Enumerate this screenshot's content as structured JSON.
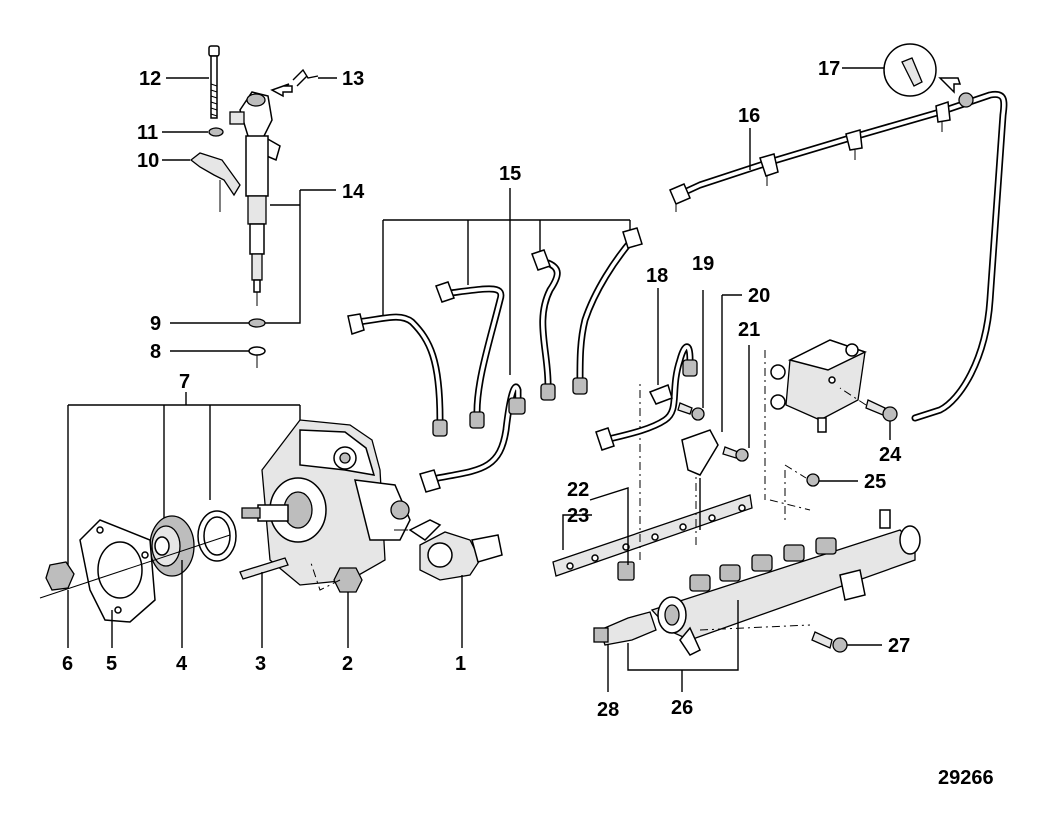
{
  "figure_number": "29266",
  "callouts": [
    {
      "id": "c1",
      "label": "1"
    },
    {
      "id": "c2",
      "label": "2"
    },
    {
      "id": "c3",
      "label": "3"
    },
    {
      "id": "c4",
      "label": "4"
    },
    {
      "id": "c5",
      "label": "5"
    },
    {
      "id": "c6",
      "label": "6"
    },
    {
      "id": "c7",
      "label": "7"
    },
    {
      "id": "c8",
      "label": "8"
    },
    {
      "id": "c9",
      "label": "9"
    },
    {
      "id": "c10",
      "label": "10"
    },
    {
      "id": "c11",
      "label": "11"
    },
    {
      "id": "c12",
      "label": "12"
    },
    {
      "id": "c13",
      "label": "13"
    },
    {
      "id": "c14",
      "label": "14"
    },
    {
      "id": "c15",
      "label": "15"
    },
    {
      "id": "c16",
      "label": "16"
    },
    {
      "id": "c17",
      "label": "17"
    },
    {
      "id": "c18",
      "label": "18"
    },
    {
      "id": "c19",
      "label": "19"
    },
    {
      "id": "c20",
      "label": "20"
    },
    {
      "id": "c21",
      "label": "21"
    },
    {
      "id": "c22",
      "label": "22"
    },
    {
      "id": "c23",
      "label": "23"
    },
    {
      "id": "c24",
      "label": "24"
    },
    {
      "id": "c25",
      "label": "25"
    },
    {
      "id": "c26",
      "label": "26"
    },
    {
      "id": "c27",
      "label": "27"
    },
    {
      "id": "c28",
      "label": "28"
    }
  ]
}
